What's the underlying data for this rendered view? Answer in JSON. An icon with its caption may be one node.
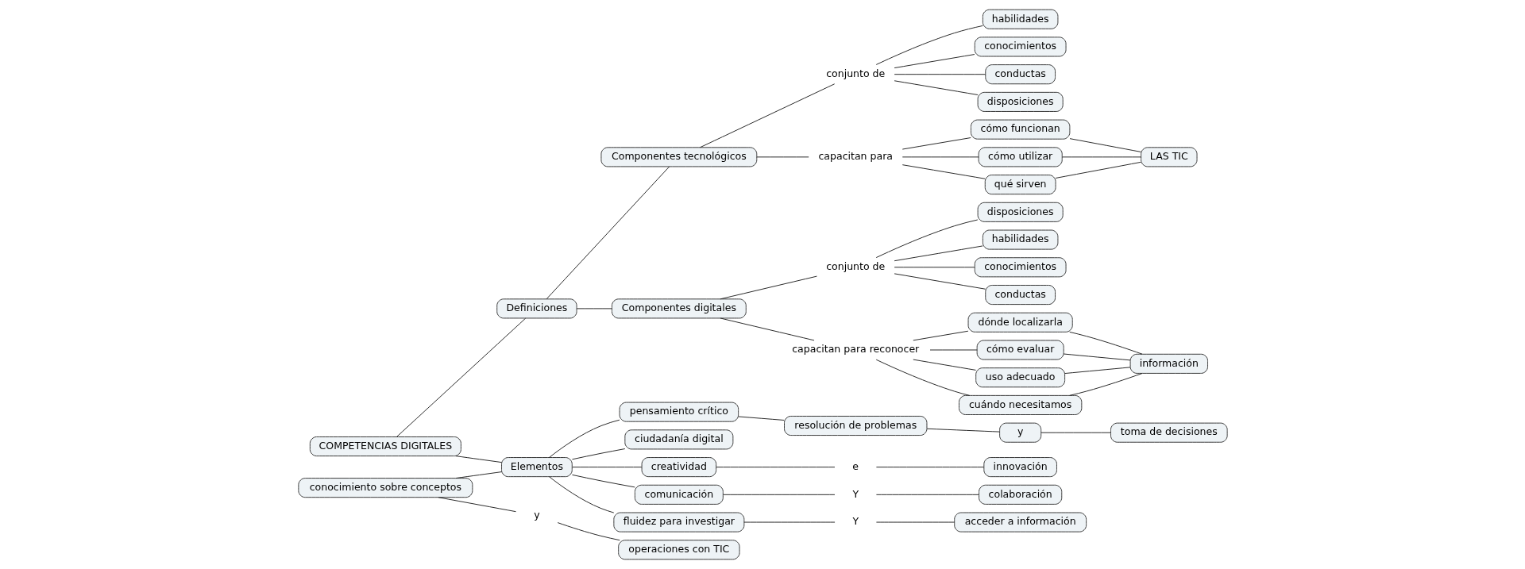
{
  "diagram": {
    "nodes": [
      {
        "text": [
          "COMPETENCIAS DIGITALES"
        ]
      },
      {
        "text": [
          "conocimiento sobre conceptos"
        ]
      },
      {
        "text": [
          "y"
        ]
      },
      {
        "text": [
          "operaciones con TIC"
        ]
      },
      {
        "text": [
          "Elementos"
        ]
      },
      {
        "text": [
          "ciudadanía digital"
        ]
      },
      {
        "text": [
          "creatividad"
        ]
      },
      {
        "text": [
          "e"
        ]
      },
      {
        "text": [
          "innovación"
        ]
      },
      {
        "text": [
          "comunicación"
        ]
      },
      {
        "text": [
          "Y"
        ]
      },
      {
        "text": [
          "colaboración"
        ]
      },
      {
        "text": [
          "fluidez para investigar"
        ]
      },
      {
        "text": [
          "Y"
        ]
      },
      {
        "text": [
          "acceder a información"
        ]
      },
      {
        "text": [
          "pensamiento crítico"
        ]
      },
      {
        "text": [
          "resolución de problemas"
        ]
      },
      {
        "text": [
          "y"
        ]
      },
      {
        "text": [
          "toma de decisiones"
        ]
      },
      {
        "text": [
          "Definiciones"
        ]
      },
      {
        "text": [
          "Componentes tecnológicos"
        ]
      },
      {
        "text": [
          "conjunto de"
        ]
      },
      {
        "text": [
          "disposiciones"
        ]
      },
      {
        "text": [
          "habilidades"
        ]
      },
      {
        "text": [
          "conocimientos"
        ]
      },
      {
        "text": [
          "conductas"
        ]
      },
      {
        "text": [
          "capacitan para"
        ]
      },
      {
        "text": [
          "cómo utilizar"
        ]
      },
      {
        "text": [
          "qué sirven"
        ]
      },
      {
        "text": [
          "cómo funcionan"
        ]
      },
      {
        "text": [
          "LAS TIC"
        ]
      },
      {
        "text": [
          "Componentes digitales"
        ]
      },
      {
        "text": [
          "conjunto de"
        ]
      },
      {
        "text": [
          "conductas"
        ]
      },
      {
        "text": [
          "disposiciones"
        ]
      },
      {
        "text": [
          "habilidades"
        ]
      },
      {
        "text": [
          "conocimientos"
        ]
      },
      {
        "text": [
          "capacitan para reconocer"
        ]
      },
      {
        "text": [
          "cuándo necesitamos"
        ]
      },
      {
        "text": [
          "dónde localizarla"
        ]
      },
      {
        "text": [
          "cómo evaluar"
        ]
      },
      {
        "text": [
          "uso adecuado"
        ]
      },
      {
        "text": [
          "información"
        ]
      }
    ],
    "edges": [
      {
        "from": 0,
        "to": 4,
        "arrow": "none"
      },
      {
        "from": 1,
        "to": 4,
        "arrow": "none"
      },
      {
        "from": 1,
        "to": 2,
        "arrow": "none"
      },
      {
        "from": 2,
        "to": 3,
        "arrow": "none"
      },
      {
        "from": 4,
        "to": 5,
        "arrow": "none"
      },
      {
        "from": 4,
        "to": 6,
        "arrow": "none"
      },
      {
        "from": 4,
        "to": 9,
        "arrow": "none"
      },
      {
        "from": 4,
        "to": 12,
        "arrow": "none"
      },
      {
        "from": 4,
        "to": 15,
        "arrow": "none"
      },
      {
        "from": 6,
        "to": 7,
        "arrow": "none"
      },
      {
        "from": 7,
        "to": 8,
        "arrow": "none"
      },
      {
        "from": 9,
        "to": 10,
        "arrow": "none"
      },
      {
        "from": 10,
        "to": 11,
        "arrow": "none"
      },
      {
        "from": 12,
        "to": 13,
        "arrow": "none"
      },
      {
        "from": 13,
        "to": 14,
        "arrow": "none"
      },
      {
        "from": 15,
        "to": 16,
        "arrow": "none"
      },
      {
        "from": 16,
        "to": 17,
        "arrow": "none"
      },
      {
        "from": 17,
        "to": 18,
        "arrow": "none"
      },
      {
        "from": 0,
        "to": 19,
        "arrow": "none"
      },
      {
        "from": 19,
        "to": 20,
        "arrow": "none"
      },
      {
        "from": 19,
        "to": 31,
        "arrow": "none"
      },
      {
        "from": 20,
        "to": 21,
        "arrow": "none"
      },
      {
        "from": 21,
        "to": 22,
        "arrow": "none"
      },
      {
        "from": 21,
        "to": 23,
        "arrow": "none"
      },
      {
        "from": 21,
        "to": 24,
        "arrow": "none"
      },
      {
        "from": 21,
        "to": 25,
        "arrow": "none"
      },
      {
        "from": 20,
        "to": 26,
        "arrow": "none"
      },
      {
        "from": 26,
        "to": 27,
        "arrow": "none"
      },
      {
        "from": 26,
        "to": 28,
        "arrow": "none"
      },
      {
        "from": 26,
        "to": 29,
        "arrow": "none"
      },
      {
        "from": 27,
        "to": 30,
        "arrow": "none"
      },
      {
        "from": 29,
        "to": 30,
        "arrow": "none"
      },
      {
        "from": 28,
        "to": 30,
        "arrow": "none"
      },
      {
        "from": 31,
        "to": 32,
        "arrow": "none"
      },
      {
        "from": 32,
        "to": 33,
        "arrow": "none"
      },
      {
        "from": 32,
        "to": 34,
        "arrow": "none"
      },
      {
        "from": 32,
        "to": 35,
        "arrow": "none"
      },
      {
        "from": 32,
        "to": 36,
        "arrow": "none"
      },
      {
        "from": 31,
        "to": 37,
        "arrow": "none"
      },
      {
        "from": 37,
        "to": 38,
        "arrow": "none"
      },
      {
        "from": 37,
        "to": 40,
        "arrow": "none"
      },
      {
        "from": 37,
        "to": 39,
        "arrow": "none"
      },
      {
        "from": 37,
        "to": 41,
        "arrow": "none"
      },
      {
        "from": 38,
        "to": 42,
        "arrow": "none"
      },
      {
        "from": 40,
        "to": 42,
        "arrow": "none"
      },
      {
        "from": 39,
        "to": 42,
        "arrow": "none"
      },
      {
        "from": 41,
        "to": 42,
        "arrow": "none"
      }
    ]
  }
}
